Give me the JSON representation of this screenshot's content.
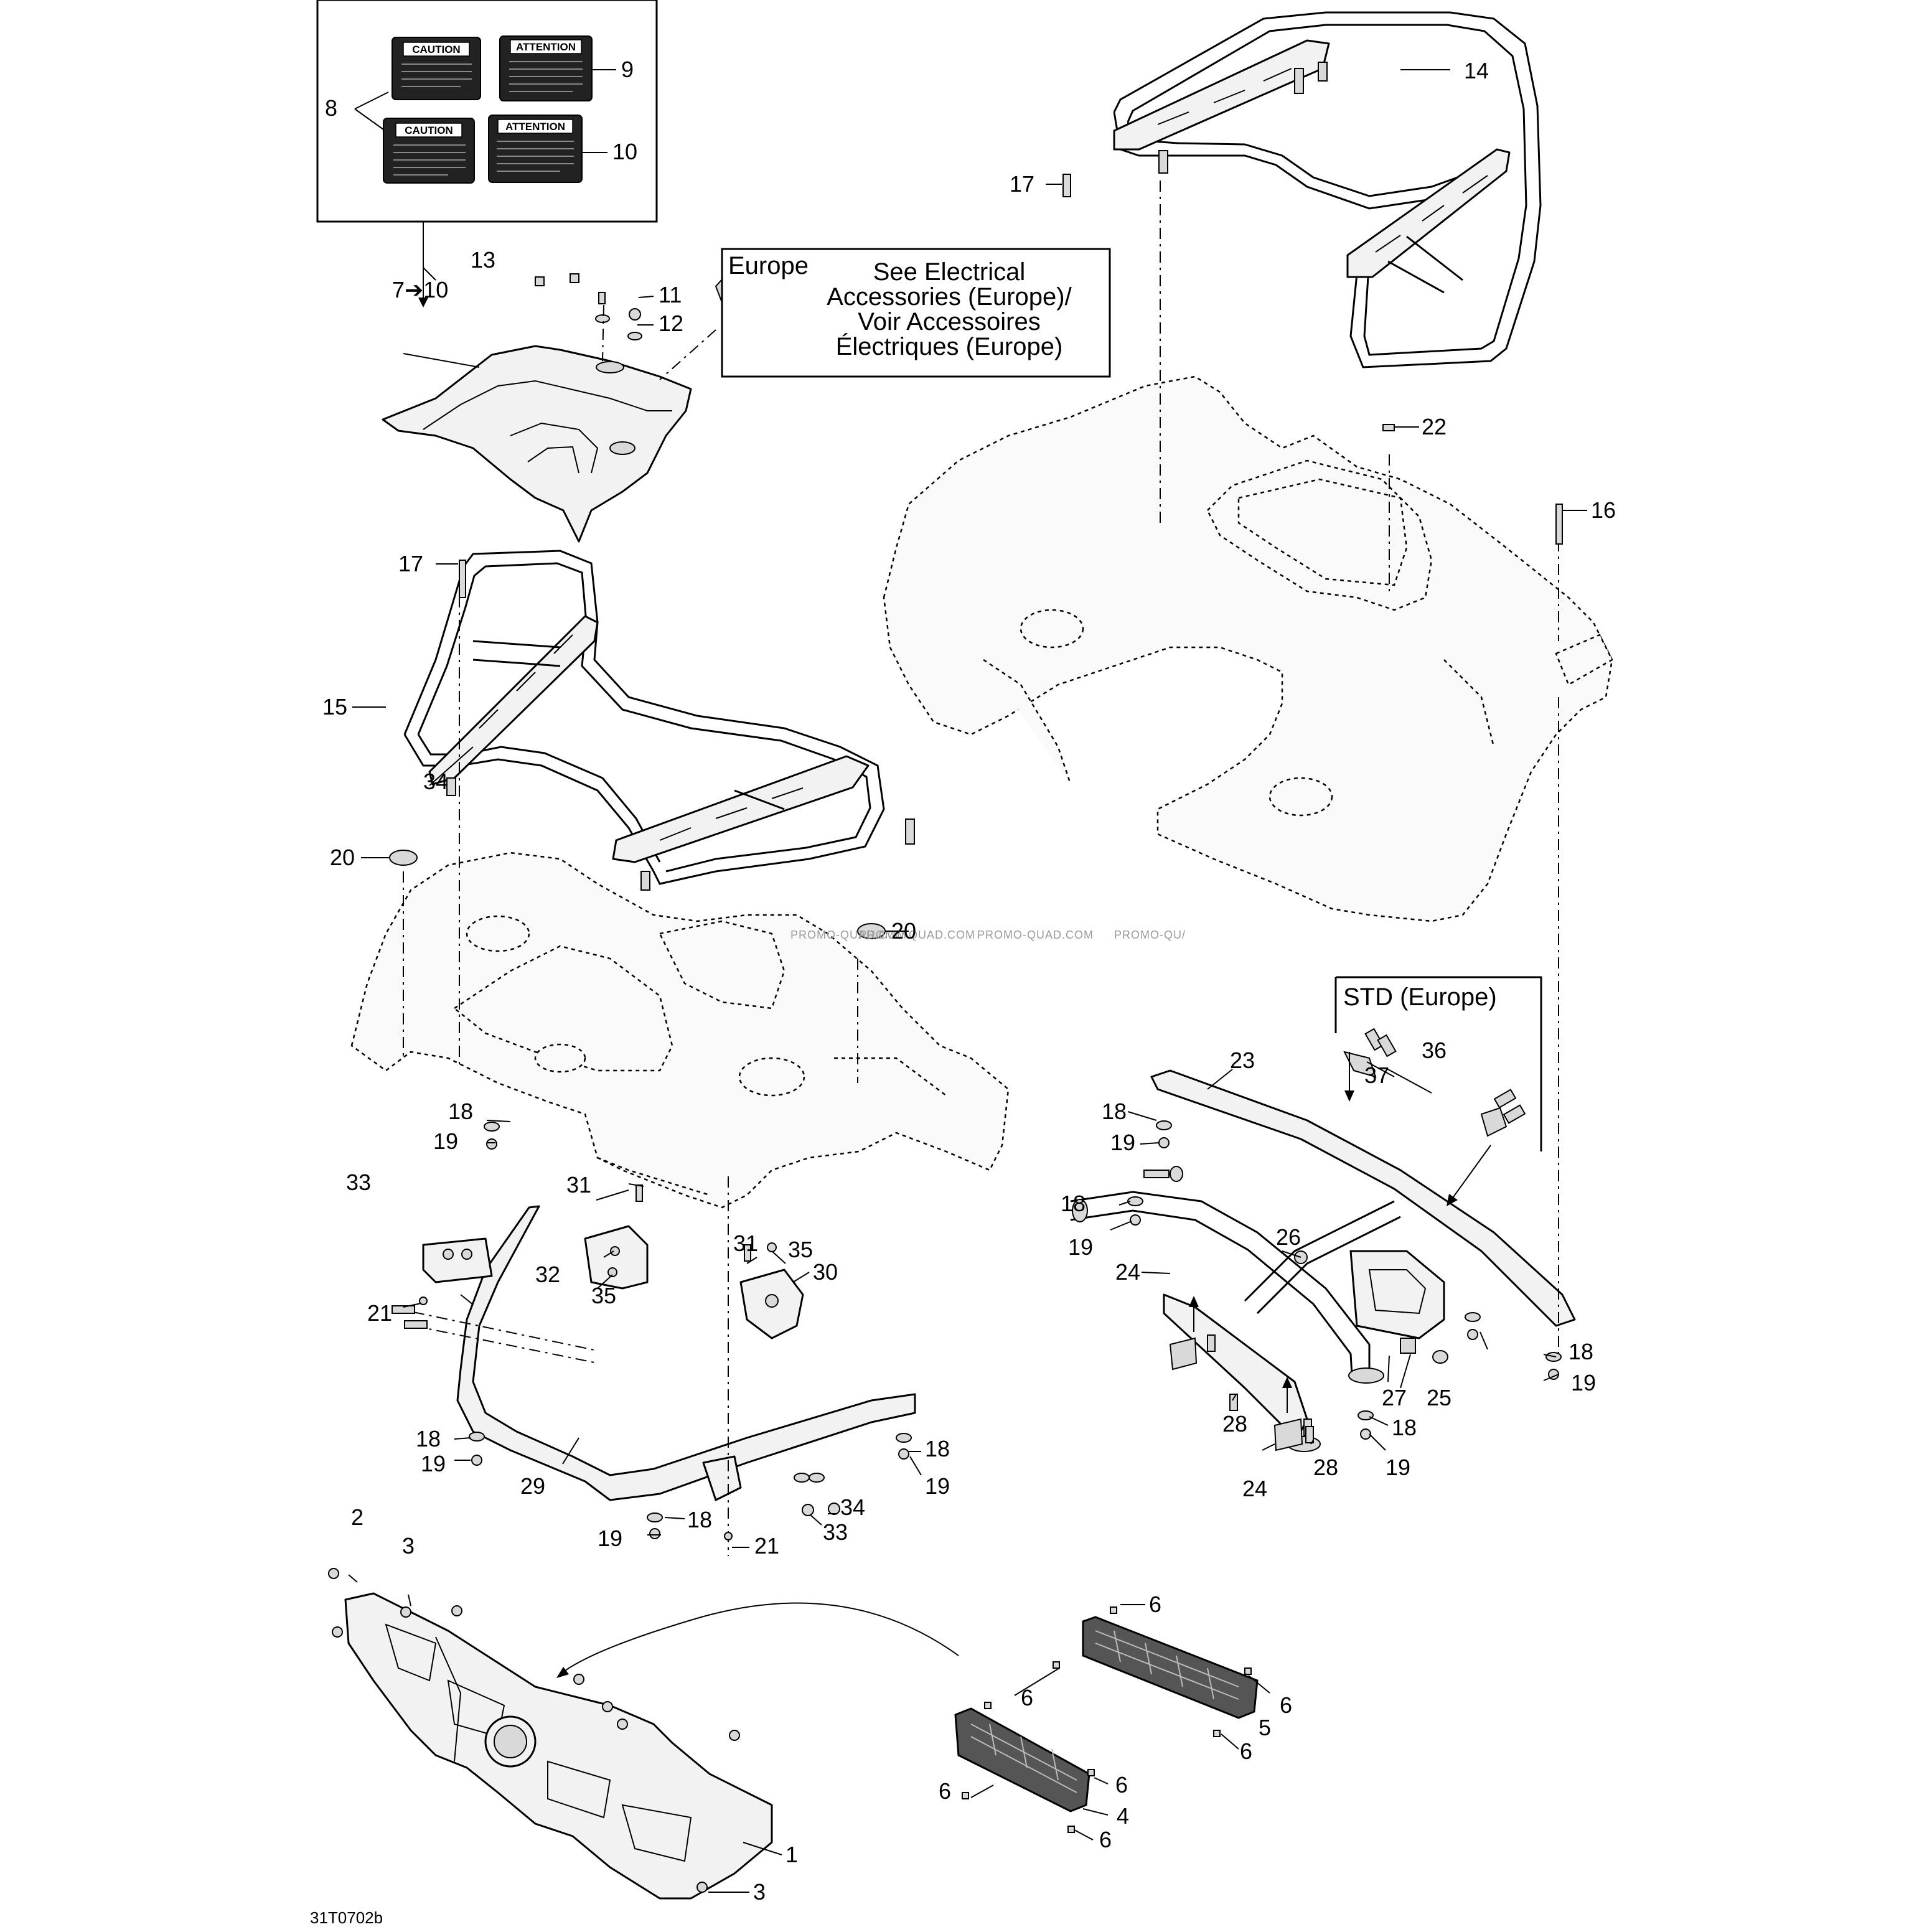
{
  "diagram_id": "31T0702b",
  "decals": {
    "caution_1": "CAUTION",
    "attention_1": "ATTENTION",
    "caution_2": "CAUTION",
    "attention_2": "ATTENTION"
  },
  "europe_box": {
    "title": "Europe",
    "lines": [
      "See Electrical",
      "Accessories (Europe)/",
      "Voir Accessoires",
      "Électriques (Europe)"
    ]
  },
  "std_box": {
    "title": "STD (Europe)"
  },
  "watermark": [
    "PROMO-QUAD.COM",
    "PROMO-QUAD.COM",
    "PROMO-QUAD.COM",
    "PROMO-QU/"
  ],
  "callouts": {
    "c8": "8",
    "c9": "9",
    "c10": "10",
    "c7_10": "7➔10",
    "c13": "13",
    "c11": "11",
    "c12": "12",
    "c14": "14",
    "c17a": "17",
    "c22": "22",
    "c16": "16",
    "c17b": "17",
    "c15": "15",
    "c20a": "20",
    "c20b": "20",
    "c23": "23",
    "c36": "36",
    "c37": "37",
    "c18a": "18",
    "c19a": "19",
    "c18b": "18",
    "c19b": "19",
    "c26": "26",
    "c18c": "18",
    "c19c": "19",
    "c24a": "24",
    "c28a": "28",
    "c27": "27",
    "c25": "25",
    "c18d": "18",
    "c19d": "19",
    "c24b": "24",
    "c28b": "28",
    "c18e": "18",
    "c19e": "19",
    "c18f": "18",
    "c19f": "19",
    "c34a": "34",
    "c33a": "33",
    "c31a": "31",
    "c32": "32",
    "c35a": "35",
    "c21a": "21",
    "c31b": "31",
    "c35b": "35",
    "c30": "30",
    "c18g": "18",
    "c19g": "19",
    "c29": "29",
    "c18h": "18",
    "c19h": "19",
    "c34b": "34",
    "c33b": "33",
    "c19i": "19",
    "c18i": "18",
    "c21b": "21",
    "c2": "2",
    "c3a": "3",
    "c6a": "6",
    "c6b": "6",
    "c6c": "6",
    "c5": "5",
    "c6d": "6",
    "c6e": "6",
    "c6f": "6",
    "c4": "4",
    "c6g": "6",
    "c1": "1",
    "c3b": "3"
  },
  "colors": {
    "line": "#000000",
    "part_fill": "#f2f2f2",
    "hardware": "#d9d9d9",
    "grille": "#555555",
    "watermark": "#9a9a9a"
  }
}
